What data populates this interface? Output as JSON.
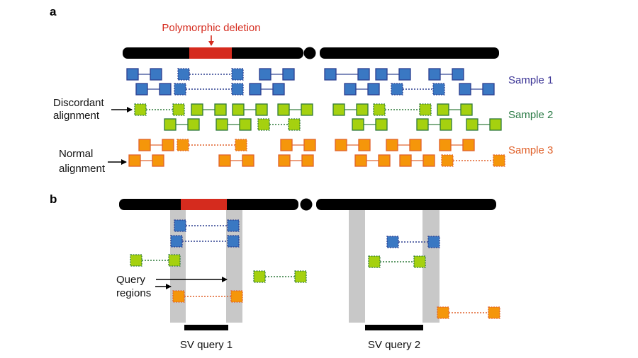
{
  "panel_a": {
    "letter": "a",
    "annotation": "Polymorphic deletion",
    "discordant_label_line1": "Discordant",
    "discordant_label_line2": "alignment",
    "normal_label_line1": "Normal",
    "normal_label_line2": "alignment",
    "samples": [
      {
        "label": "Sample 1",
        "color_key": "blue"
      },
      {
        "label": "Sample 2",
        "color_key": "green"
      },
      {
        "label": "Sample 3",
        "color_key": "orange"
      }
    ],
    "rows": [
      {
        "sample": 0,
        "pairs": [
          [
            179,
            212,
            "n"
          ],
          [
            251,
            327,
            "d"
          ],
          [
            366,
            399,
            "n"
          ],
          [
            458,
            505,
            "n"
          ],
          [
            530,
            563,
            "n"
          ],
          [
            605,
            638,
            "n"
          ]
        ]
      },
      {
        "sample": 0,
        "pairs": [
          [
            192,
            225,
            "n"
          ],
          [
            246,
            327,
            "d"
          ],
          [
            352,
            385,
            "n"
          ],
          [
            486,
            519,
            "n"
          ],
          [
            552,
            611,
            "d"
          ],
          [
            648,
            681,
            "n"
          ]
        ]
      },
      {
        "sample": 1,
        "pairs": [
          [
            190,
            244,
            "d"
          ],
          [
            270,
            303,
            "n"
          ],
          [
            328,
            361,
            "n"
          ],
          [
            392,
            425,
            "n"
          ],
          [
            470,
            503,
            "n"
          ],
          [
            527,
            592,
            "d"
          ],
          [
            617,
            650,
            "n"
          ]
        ]
      },
      {
        "sample": 1,
        "pairs": [
          [
            232,
            265,
            "n"
          ],
          [
            305,
            338,
            "n"
          ],
          [
            364,
            407,
            "d"
          ],
          [
            497,
            530,
            "n"
          ],
          [
            588,
            621,
            "n"
          ],
          [
            658,
            691,
            "n"
          ]
        ]
      },
      {
        "sample": 2,
        "pairs": [
          [
            196,
            229,
            "n"
          ],
          [
            250,
            332,
            "d"
          ],
          [
            396,
            429,
            "n"
          ],
          [
            473,
            506,
            "n"
          ],
          [
            545,
            578,
            "n"
          ],
          [
            620,
            653,
            "n"
          ]
        ]
      },
      {
        "sample": 2,
        "pairs": [
          [
            182,
            215,
            "n"
          ],
          [
            309,
            342,
            "n"
          ],
          [
            393,
            426,
            "n"
          ],
          [
            501,
            534,
            "n"
          ],
          [
            564,
            597,
            "n"
          ],
          [
            623,
            696,
            "d"
          ]
        ]
      }
    ]
  },
  "panel_b": {
    "letter": "b",
    "query_label_line1": "Query",
    "query_label_line2": "regions",
    "queries": [
      {
        "label": "SV query 1"
      },
      {
        "label": "SV query 2"
      }
    ],
    "reads": [
      {
        "color_key": "blue",
        "pair": [
          246,
          321
        ]
      },
      {
        "color_key": "blue",
        "pair": [
          241,
          321
        ]
      },
      {
        "color_key": "green",
        "pair": [
          184,
          238
        ]
      },
      {
        "color_key": "green",
        "pair": [
          358,
          416
        ]
      },
      {
        "color_key": "orange",
        "pair": [
          244,
          326
        ]
      },
      {
        "color_key": "blue",
        "pair": [
          546,
          604
        ]
      },
      {
        "color_key": "green",
        "pair": [
          520,
          584
        ]
      },
      {
        "color_key": "orange",
        "pair": [
          617,
          689
        ]
      }
    ]
  },
  "colors": {
    "chromosome": "#000000",
    "deletion": "#d52b1e",
    "query_region": "#c8c8c8",
    "blue": {
      "fill": "#3a78c3",
      "stroke": "#2c3f8f",
      "label": "#3a3395"
    },
    "green": {
      "fill": "#a5d10f",
      "stroke": "#2f7a3a",
      "label": "#2a7a45"
    },
    "orange": {
      "fill": "#f5960a",
      "stroke": "#e0612a",
      "label": "#e0612a"
    }
  }
}
